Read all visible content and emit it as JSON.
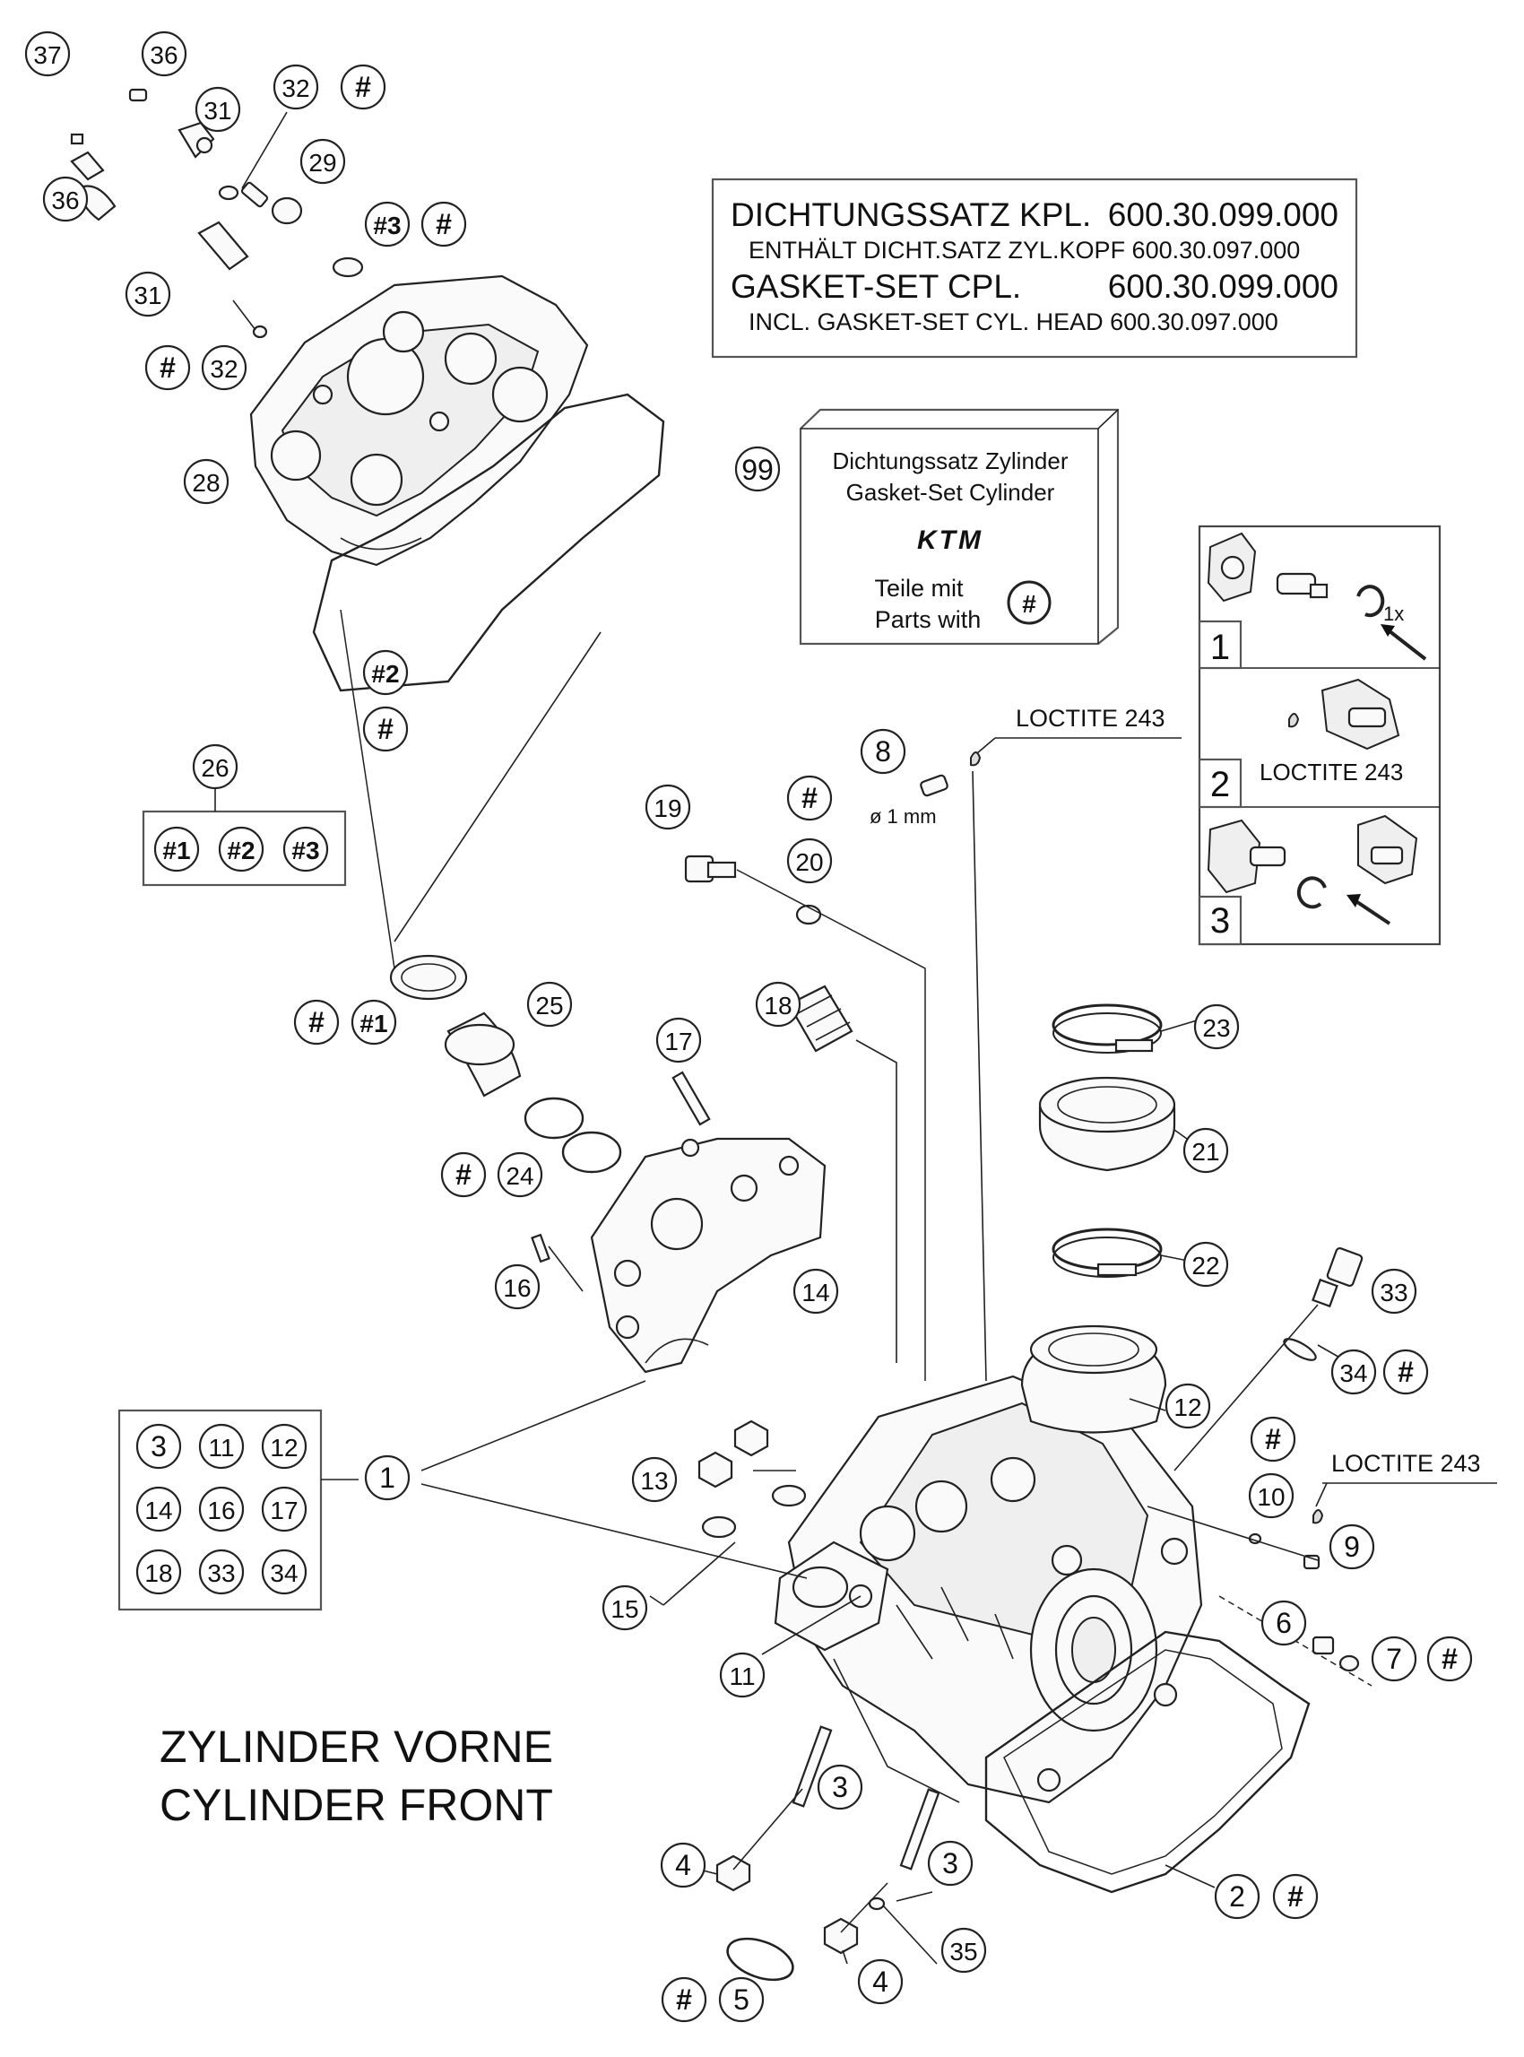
{
  "title": {
    "line1": "ZYLINDER VORNE",
    "line2": "CYLINDER FRONT"
  },
  "gasket_box": {
    "de_title": "DICHTUNGSSATZ KPL.",
    "de_number": "600.30.099.000",
    "de_sub": "ENTHÄLT DICHT.SATZ ZYL.KOPF 600.30.097.000",
    "en_title": "GASKET-SET CPL.",
    "en_number": "600.30.099.000",
    "en_sub": "INCL. GASKET-SET CYL. HEAD 600.30.097.000"
  },
  "kit_box": {
    "number": "99",
    "line1": "Dichtungssatz Zylinder",
    "line2": "Gasket-Set Cylinder",
    "brand": "KTM",
    "line3": "Teile mit",
    "line4": "Parts with",
    "mark": "#"
  },
  "steps": [
    {
      "number": "1",
      "note": "1x",
      "text": ""
    },
    {
      "number": "2",
      "note": "",
      "text": "LOCTITE 243"
    },
    {
      "number": "3",
      "note": "",
      "text": ""
    }
  ],
  "notes": {
    "loctite_top": "LOCTITE 243",
    "loctite_right": "LOCTITE 243",
    "diameter": "ø 1 mm"
  },
  "group_26": {
    "number": "26",
    "items": [
      "#1",
      "#2",
      "#3"
    ]
  },
  "group_1": {
    "number": "1",
    "items": [
      "3",
      "11",
      "12",
      "14",
      "16",
      "17",
      "18",
      "33",
      "34"
    ]
  },
  "callouts": {
    "p37": "37",
    "p36a": "36",
    "p36b": "36",
    "p31a": "31",
    "p31b": "31",
    "p32a": "32",
    "h32a": "#",
    "p29": "29",
    "p3h": "#3",
    "h3": "#",
    "h32b": "#",
    "p32b": "32",
    "p28": "28",
    "p2h": "#2",
    "h2": "#",
    "h25": "#",
    "p1h": "#1",
    "p25": "25",
    "h24": "#",
    "p24": "24",
    "p19": "19",
    "h20": "#",
    "p20": "20",
    "p8": "8",
    "p18": "18",
    "p17": "17",
    "p23": "23",
    "p21": "21",
    "p22": "22",
    "p16": "16",
    "p14": "14",
    "p33": "33",
    "p34": "34",
    "h34": "#",
    "p12": "12",
    "h10": "#",
    "p10": "10",
    "p9": "9",
    "p13": "13",
    "p15": "15",
    "p11": "11",
    "p6": "6",
    "p7": "7",
    "h7": "#",
    "p3a": "3",
    "p3b": "3",
    "p4a": "4",
    "p4b": "4",
    "p35": "35",
    "p2": "2",
    "h2b": "#",
    "h5": "#",
    "p5": "5"
  }
}
